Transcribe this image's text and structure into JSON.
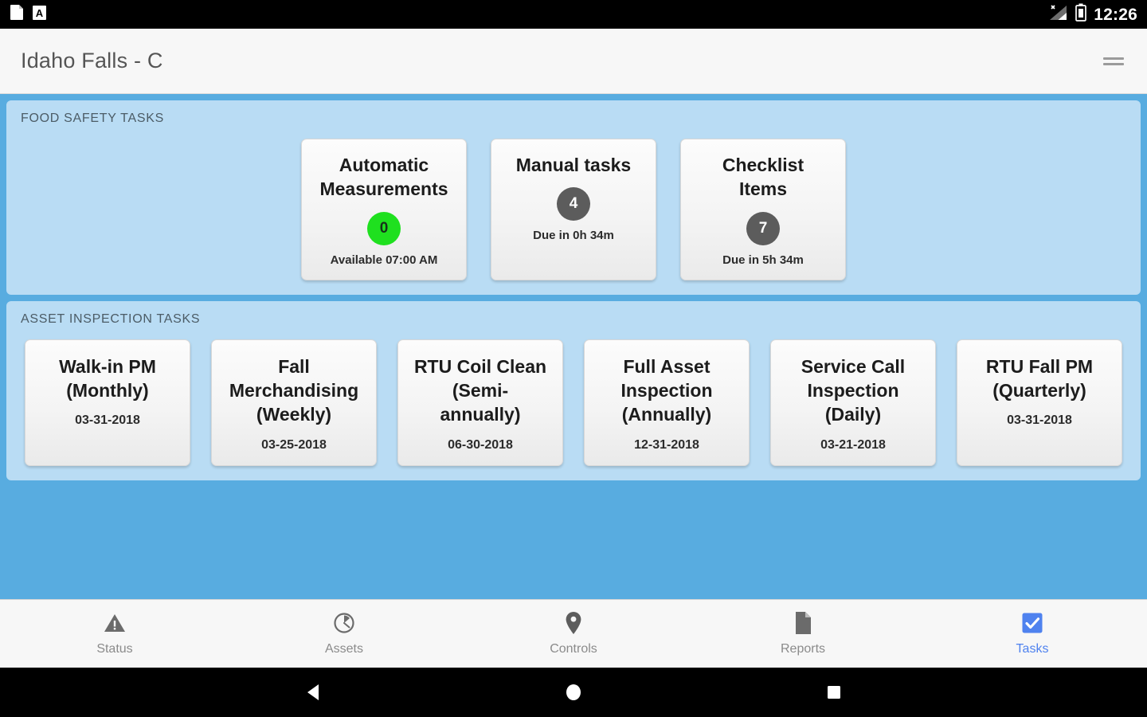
{
  "statusbar": {
    "time": "12:26",
    "left_icons": [
      "document-icon",
      "font-a-icon"
    ],
    "right_icons": [
      "signal-icon",
      "battery-icon"
    ]
  },
  "appbar": {
    "title": "Idaho Falls - C",
    "menu_icon": "hamburger-menu-icon"
  },
  "colors": {
    "page_background": "#58ace0",
    "panel_background": "#b9dcf4",
    "card_background": "#f4f4f4",
    "badge_ok": "#1fe01f",
    "badge_due": "#5c5c5c",
    "accent_active": "#4f82ef"
  },
  "sections": [
    {
      "id": "food-safety",
      "title": "FOOD SAFETY TASKS",
      "cards": [
        {
          "title": "Automatic\nMeasurements",
          "badge": "0",
          "badge_color": "green",
          "subtitle": "Available 07:00 AM"
        },
        {
          "title": "Manual tasks",
          "badge": "4",
          "badge_color": "gray",
          "subtitle": "Due in 0h 34m"
        },
        {
          "title": "Checklist\nItems",
          "badge": "7",
          "badge_color": "gray",
          "subtitle": "Due in 5h 34m"
        }
      ]
    },
    {
      "id": "asset-inspection",
      "title": "ASSET INSPECTION TASKS",
      "cards": [
        {
          "title": "Walk-in PM\n(Monthly)",
          "date": "03-31-2018"
        },
        {
          "title": "Fall\nMerchandising\n(Weekly)",
          "date": "03-25-2018"
        },
        {
          "title": "RTU Coil Clean\n(Semi-\nannually)",
          "date": "06-30-2018"
        },
        {
          "title": "Full Asset\nInspection\n(Annually)",
          "date": "12-31-2018"
        },
        {
          "title": "Service Call\nInspection\n(Daily)",
          "date": "03-21-2018"
        },
        {
          "title": "RTU Fall PM\n(Quarterly)",
          "date": "03-31-2018"
        }
      ]
    }
  ],
  "tabbar": {
    "tabs": [
      {
        "label": "Status",
        "icon": "warning-triangle-icon",
        "active": false
      },
      {
        "label": "Assets",
        "icon": "gauge-icon",
        "active": false
      },
      {
        "label": "Controls",
        "icon": "location-pin-icon",
        "active": false
      },
      {
        "label": "Reports",
        "icon": "document-page-icon",
        "active": false
      },
      {
        "label": "Tasks",
        "icon": "checkbox-checked-icon",
        "active": true
      }
    ]
  },
  "navbar": {
    "buttons": [
      {
        "name": "back",
        "icon": "triangle-back-icon"
      },
      {
        "name": "home",
        "icon": "circle-home-icon"
      },
      {
        "name": "recents",
        "icon": "square-recents-icon"
      }
    ]
  }
}
